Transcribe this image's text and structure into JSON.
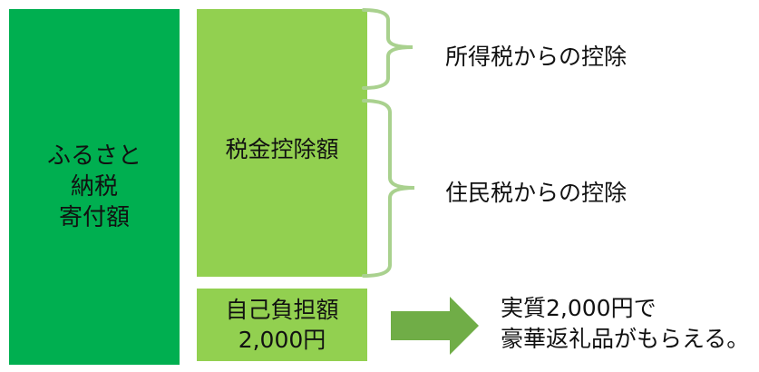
{
  "diagram": {
    "donation_box": {
      "lines": [
        "ふるさと",
        "納税",
        "寄付額"
      ],
      "color": "#00AF50"
    },
    "deduction_box": {
      "label": "税金控除額",
      "color": "#92D050"
    },
    "self_pay_box": {
      "lines": [
        "自己負担額",
        "2,000円"
      ],
      "color": "#92D050"
    },
    "braces": [
      {
        "label": "所得税からの控除"
      },
      {
        "label": "住民税からの控除"
      }
    ],
    "brace_color": "#A9D18E",
    "arrow_color": "#70AD47",
    "result": {
      "lines": [
        "実質2,000円で",
        "豪華返礼品がもらえる。"
      ]
    }
  }
}
